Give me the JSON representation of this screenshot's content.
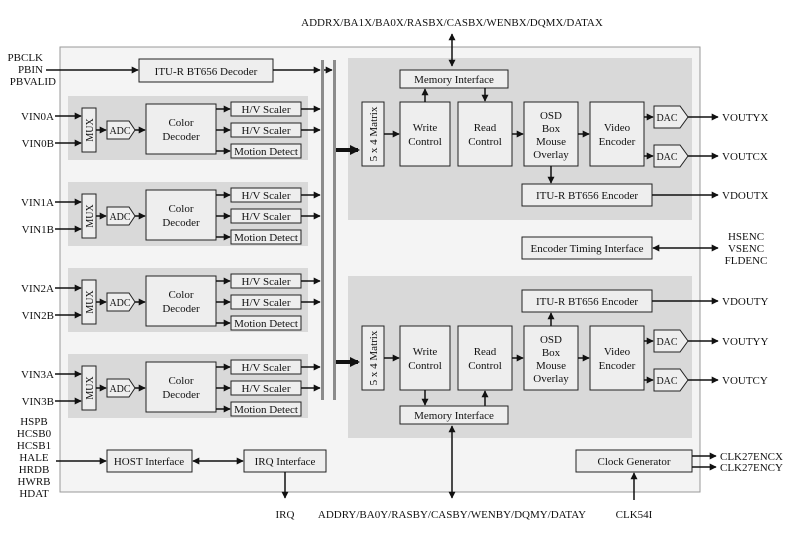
{
  "top_bus_label": "ADDRX/BA1X/BA0X/RASBX/CASBX/WENBX/DQMX/DATAX",
  "bottom_bus_label": "ADDRY/BA0Y/RASBY/CASBY/WENBY/DQMY/DATAY",
  "playback_inputs": [
    "PBCLK",
    "PBIN",
    "PBVALID"
  ],
  "playback_decoder": "ITU-R BT656 Decoder",
  "channels": [
    {
      "inputs": [
        "VIN0A",
        "VIN0B"
      ],
      "mux": "MUX",
      "adc": "ADC",
      "decoder": "Color Decoder",
      "scalers": [
        "H/V Scaler",
        "H/V Scaler"
      ],
      "motion": "Motion Detect"
    },
    {
      "inputs": [
        "VIN1A",
        "VIN1B"
      ],
      "mux": "MUX",
      "adc": "ADC",
      "decoder": "Color Decoder",
      "scalers": [
        "H/V Scaler",
        "H/V Scaler"
      ],
      "motion": "Motion Detect"
    },
    {
      "inputs": [
        "VIN2A",
        "VIN2B"
      ],
      "mux": "MUX",
      "adc": "ADC",
      "decoder": "Color Decoder",
      "scalers": [
        "H/V Scaler",
        "H/V Scaler"
      ],
      "motion": "Motion Detect"
    },
    {
      "inputs": [
        "VIN3A",
        "VIN3B"
      ],
      "mux": "MUX",
      "adc": "ADC",
      "decoder": "Color Decoder",
      "scalers": [
        "H/V Scaler",
        "H/V Scaler"
      ],
      "motion": "Motion Detect"
    }
  ],
  "pipeline_x": {
    "memory_interface": "Memory Interface",
    "matrix": "5 x 4 Matrix",
    "write_control": "Write Control",
    "read_control": "Read Control",
    "osd": "OSD Box Mouse Overlay",
    "video_encoder": "Video Encoder",
    "dacs": [
      "DAC",
      "DAC"
    ],
    "outputs": [
      "VOUTYX",
      "VOUTCX"
    ],
    "bt656_encoder": "ITU-R BT656 Encoder",
    "bt656_output": "VDOUTX"
  },
  "pipeline_y": {
    "memory_interface": "Memory Interface",
    "matrix": "5 x 4 Matrix",
    "write_control": "Write Control",
    "read_control": "Read Control",
    "osd": "OSD Box Mouse Overlay",
    "video_encoder": "Video Encoder",
    "dacs": [
      "DAC",
      "DAC"
    ],
    "outputs": [
      "VOUTYY",
      "VOUTCY"
    ],
    "bt656_encoder": "ITU-R BT656 Encoder",
    "bt656_output": "VDOUTY"
  },
  "encoder_timing": "Encoder Timing Interface",
  "timing_signals": [
    "HSENC",
    "VSENC",
    "FLDENC"
  ],
  "host_signals": [
    "HSPB",
    "HCSB0",
    "HCSB1",
    "HALE",
    "HRDB",
    "HWRB",
    "HDAT"
  ],
  "host_interface": "HOST Interface",
  "irq_interface": "IRQ Interface",
  "irq_output": "IRQ",
  "clock_generator": "Clock Generator",
  "clock_outputs": [
    "CLK27ENCX",
    "CLK27ENCY"
  ],
  "clock_input": "CLK54I"
}
